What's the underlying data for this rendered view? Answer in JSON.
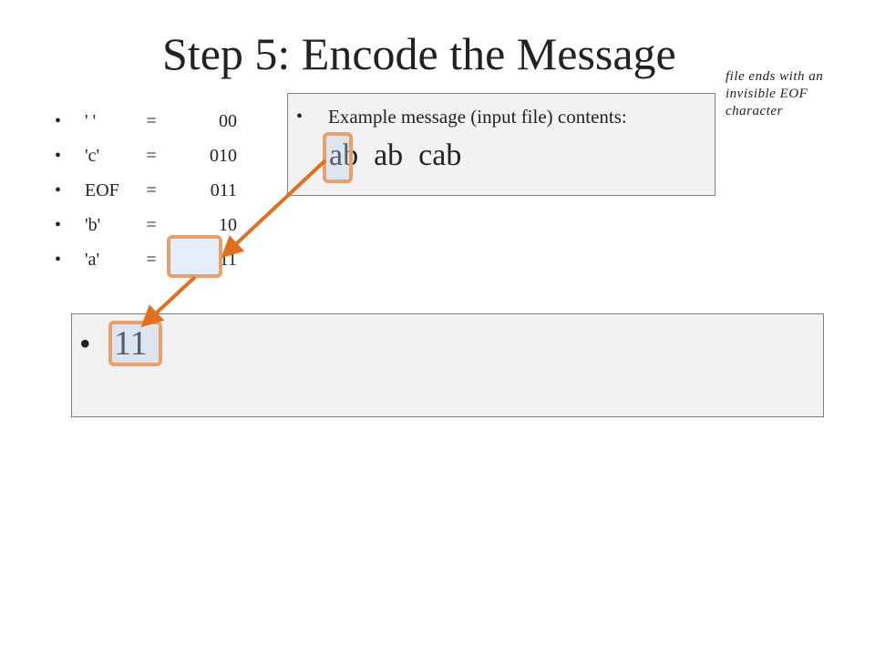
{
  "slide": {
    "title": "Step 5: Encode the Message",
    "note": "file ends with an invisible EOF character"
  },
  "codes": [
    {
      "bullet": "•",
      "symbol": "' '",
      "eq": "=",
      "code": "00"
    },
    {
      "bullet": "•",
      "symbol": "'c'",
      "eq": "=",
      "code": "010"
    },
    {
      "bullet": "•",
      "symbol": "EOF",
      "eq": "=",
      "code": "011"
    },
    {
      "bullet": "•",
      "symbol": "'b'",
      "eq": "=",
      "code": "10"
    },
    {
      "bullet": "•",
      "symbol": "'a'",
      "eq": "=",
      "code": "11"
    }
  ],
  "message_box": {
    "bullet": "•",
    "label": "Example message (input file) contents:",
    "text": "ab  ab  cab"
  },
  "output_box": {
    "bullet": "•",
    "text": "11"
  },
  "colors": {
    "arrow": "#e07020",
    "highlight_border": "#e8a16c",
    "box_fill": "#f2f2f2",
    "box_border": "#7f7f7f"
  }
}
